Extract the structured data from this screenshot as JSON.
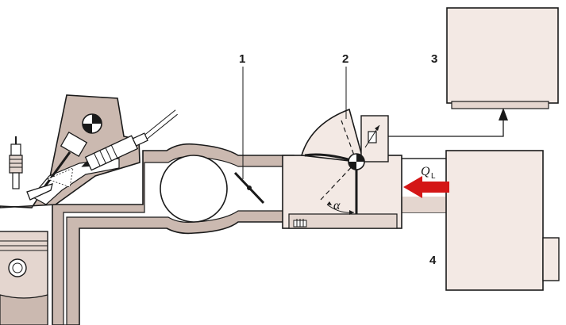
{
  "callouts": {
    "throttle": "1",
    "air_flow_sensor": "2",
    "control_unit": "3",
    "air_filter": "4"
  },
  "symbols": {
    "air_flow": "Q",
    "air_flow_sub": "L",
    "angle": "α"
  },
  "colors": {
    "outline": "#1a1a1a",
    "fill_light": "#f3e9e4",
    "fill_mid": "#e4d6cf",
    "fill_dark": "#c9b6ad",
    "arrow": "#d41616"
  }
}
